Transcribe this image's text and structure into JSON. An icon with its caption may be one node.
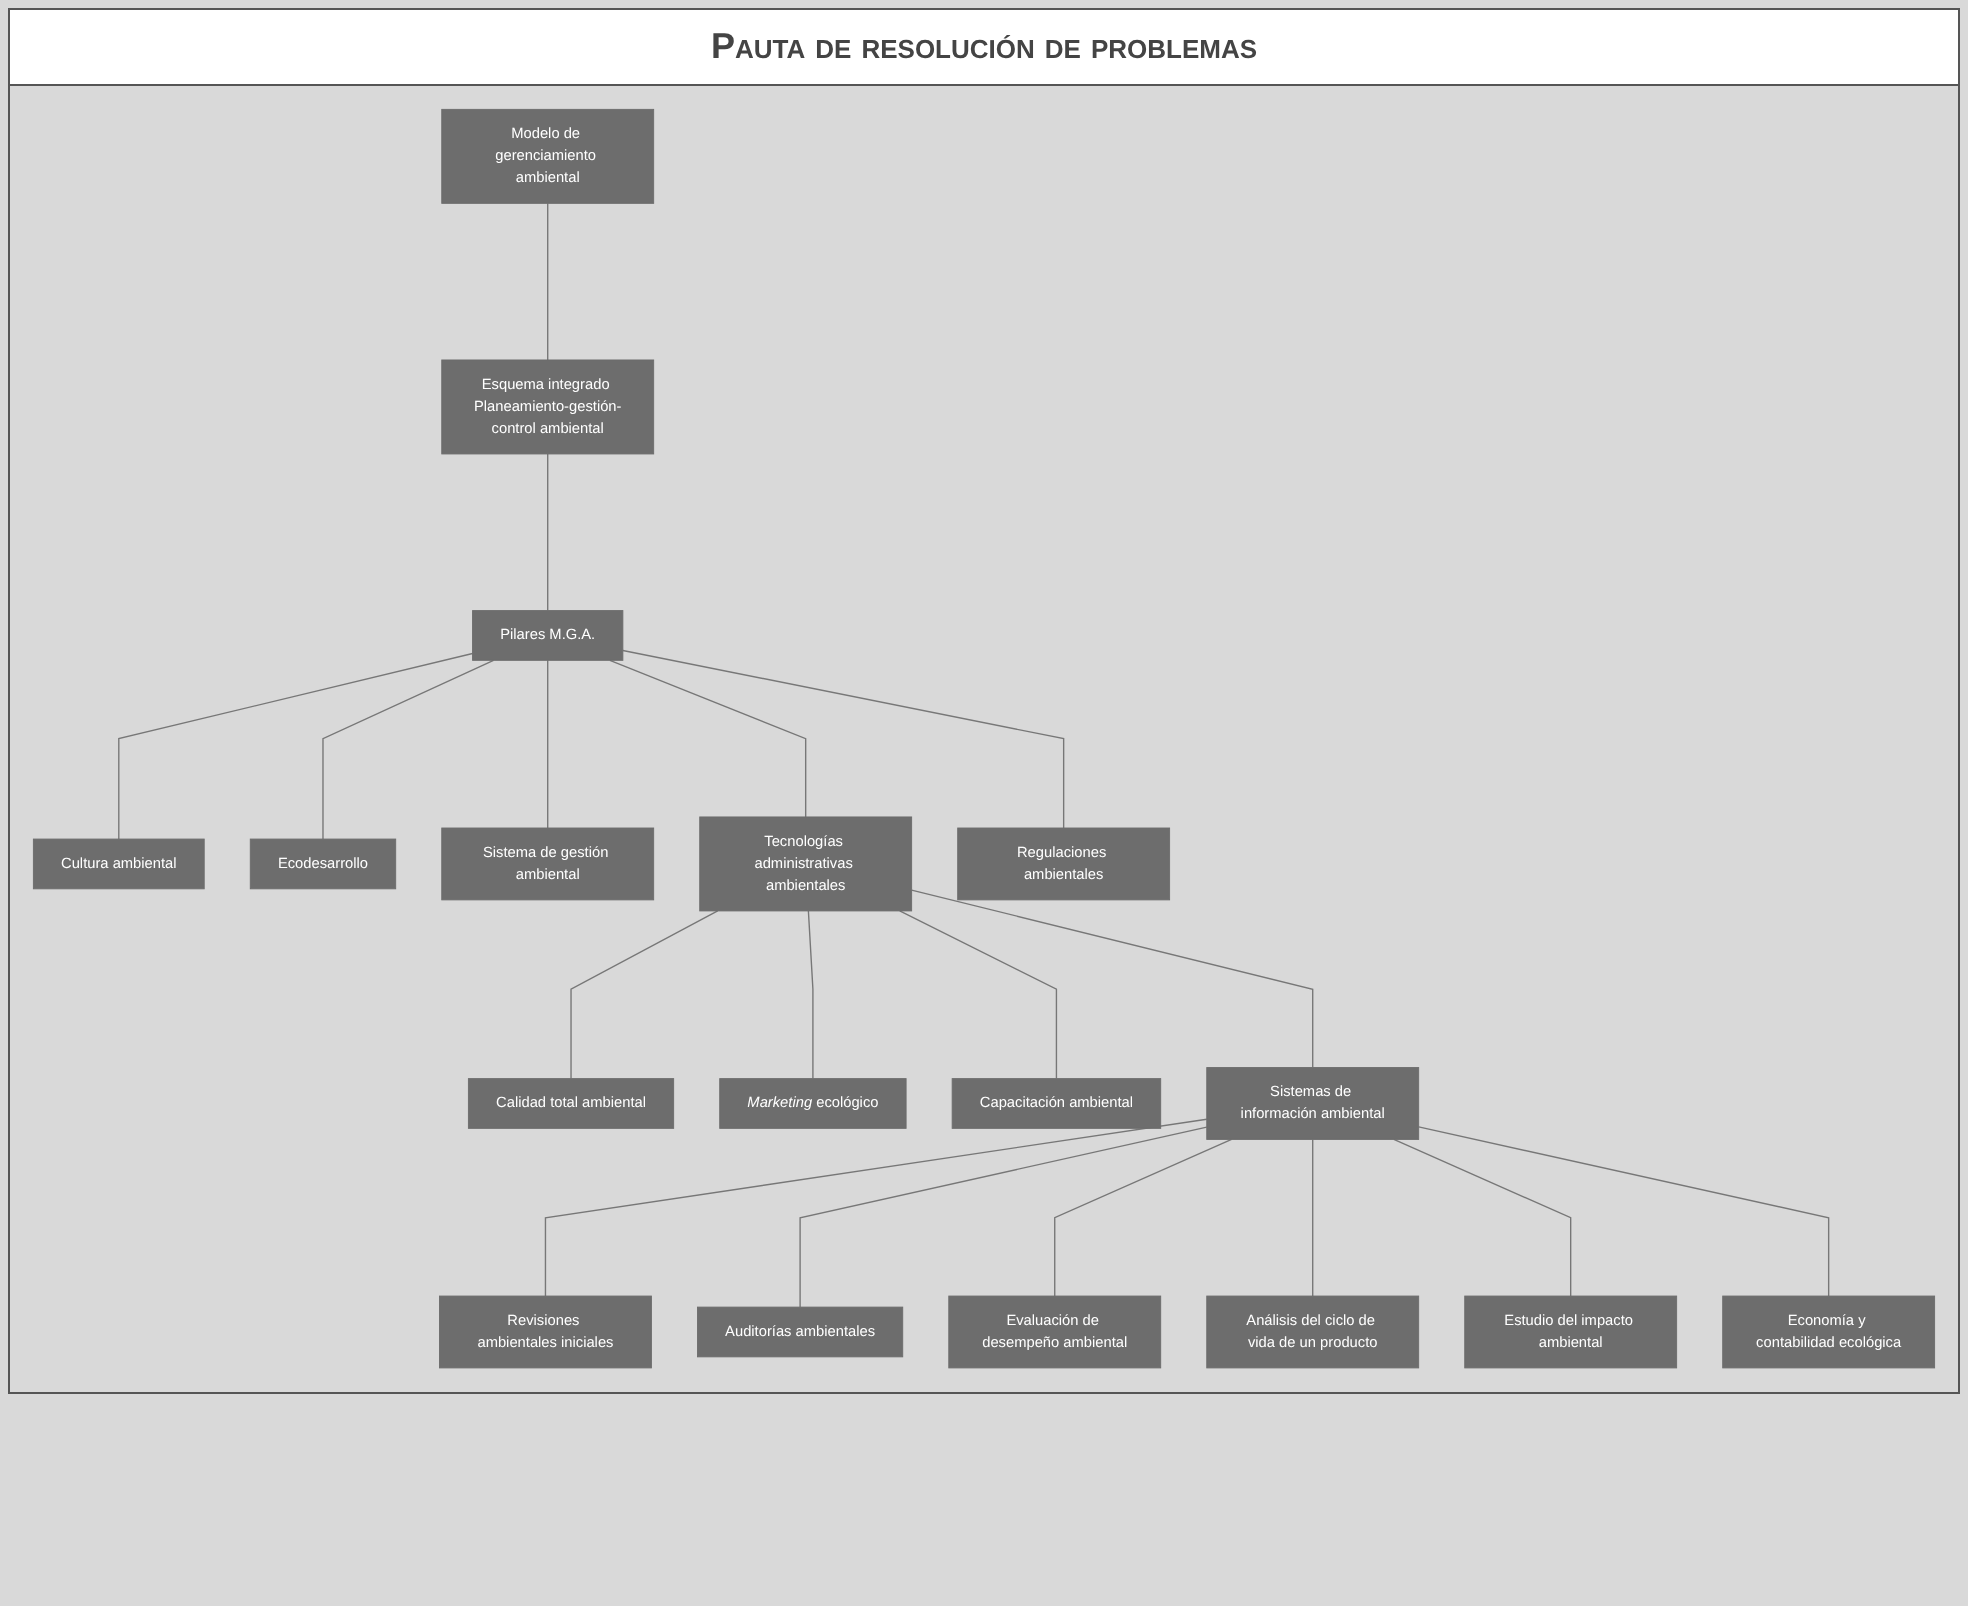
{
  "diagram": {
    "title": "Pauta de resolución de problemas",
    "nodes": [
      {
        "text": [
          "Modelo de gerenciamiento ambiental"
        ]
      },
      {
        "text": [
          "Esquema integrado Planeamiento-gestión-control ambiental"
        ]
      },
      {
        "text": [
          "Pilares M.G.A."
        ]
      },
      {
        "text": [
          "Cultura ambiental"
        ]
      },
      {
        "text": [
          "Ecodesarrollo"
        ]
      },
      {
        "text": [
          "Sistema de gestión ambiental"
        ]
      },
      {
        "text": [
          "Tecnologías administrativas ambientales"
        ]
      },
      {
        "text": [
          "Regulaciones ambientales"
        ]
      },
      {
        "text": [
          "Calidad total ambiental"
        ]
      },
      {
        "text": [
          "*Marketing* ecológico"
        ]
      },
      {
        "text": [
          "Capacitación ambiental"
        ]
      },
      {
        "text": [
          "Sistemas de información ambiental"
        ]
      },
      {
        "text": [
          "Revisiones ambientales iniciales"
        ]
      },
      {
        "text": [
          "Auditorías ambientales"
        ]
      },
      {
        "text": [
          "Evaluación de desempeño ambiental"
        ]
      },
      {
        "text": [
          "Análisis del ciclo de vida de un producto"
        ]
      },
      {
        "text": [
          "Estudio del impacto ambiental"
        ]
      },
      {
        "text": [
          "Economía y contabilidad ecológica"
        ]
      }
    ],
    "edges": [
      {
        "from": 0,
        "to": 1,
        "arrow": "none"
      },
      {
        "from": 1,
        "to": 2,
        "arrow": "none"
      },
      {
        "from": 2,
        "to": 3,
        "arrow": "none"
      },
      {
        "from": 2,
        "to": 4,
        "arrow": "none"
      },
      {
        "from": 2,
        "to": 5,
        "arrow": "none"
      },
      {
        "from": 2,
        "to": 6,
        "arrow": "none"
      },
      {
        "from": 2,
        "to": 7,
        "arrow": "none"
      },
      {
        "from": 6,
        "to": 8,
        "arrow": "none"
      },
      {
        "from": 6,
        "to": 9,
        "arrow": "none"
      },
      {
        "from": 6,
        "to": 10,
        "arrow": "none"
      },
      {
        "from": 6,
        "to": 11,
        "arrow": "none"
      },
      {
        "from": 11,
        "to": 12,
        "arrow": "none"
      },
      {
        "from": 11,
        "to": 13,
        "arrow": "none"
      },
      {
        "from": 11,
        "to": 14,
        "arrow": "none"
      },
      {
        "from": 11,
        "to": 15,
        "arrow": "none"
      },
      {
        "from": 11,
        "to": 16,
        "arrow": "none"
      },
      {
        "from": 11,
        "to": 17,
        "arrow": "none"
      }
    ]
  }
}
